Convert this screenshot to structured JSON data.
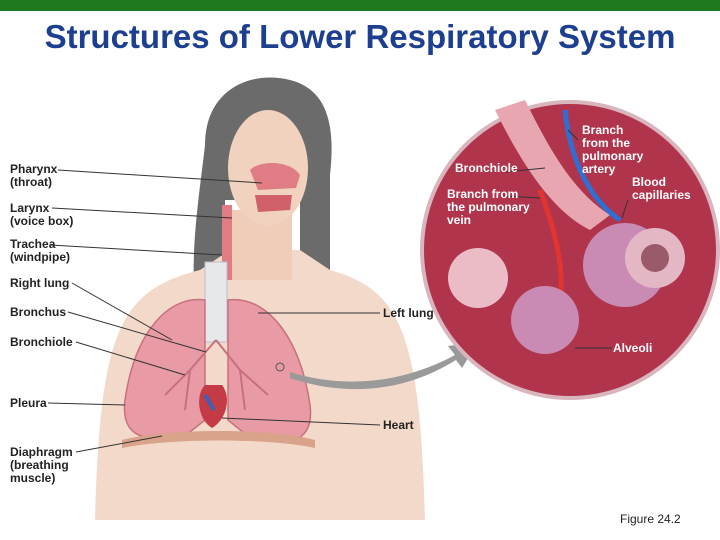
{
  "title": "Structures of Lower Respiratory System",
  "figure_caption": "Figure 24.2",
  "colors": {
    "title": "#1d3f8f",
    "top_bar": "#1f7a1f",
    "lung": "#e89aa5",
    "inset_bg": "#b0344c"
  },
  "labels": {
    "pharynx": "Pharynx\n(throat)",
    "larynx": "Larynx\n(voice box)",
    "trachea": "Trachea\n(windpipe)",
    "right_lung": "Right lung",
    "bronchus": "Bronchus",
    "bronchiole": "Bronchiole",
    "pleura": "Pleura",
    "diaphragm": "Diaphragm\n(breathing\nmuscle)",
    "left_lung": "Left lung",
    "heart": "Heart"
  },
  "inset": {
    "bronchiole": "Bronchiole",
    "branch_pulmonary_vein": "Branch from\nthe pulmonary\nvein",
    "branch_pulmonary_artery": "Branch\nfrom the\npulmonary\nartery",
    "blood_capillaries": "Blood\ncapillaries",
    "alveoli": "Alveoli"
  }
}
